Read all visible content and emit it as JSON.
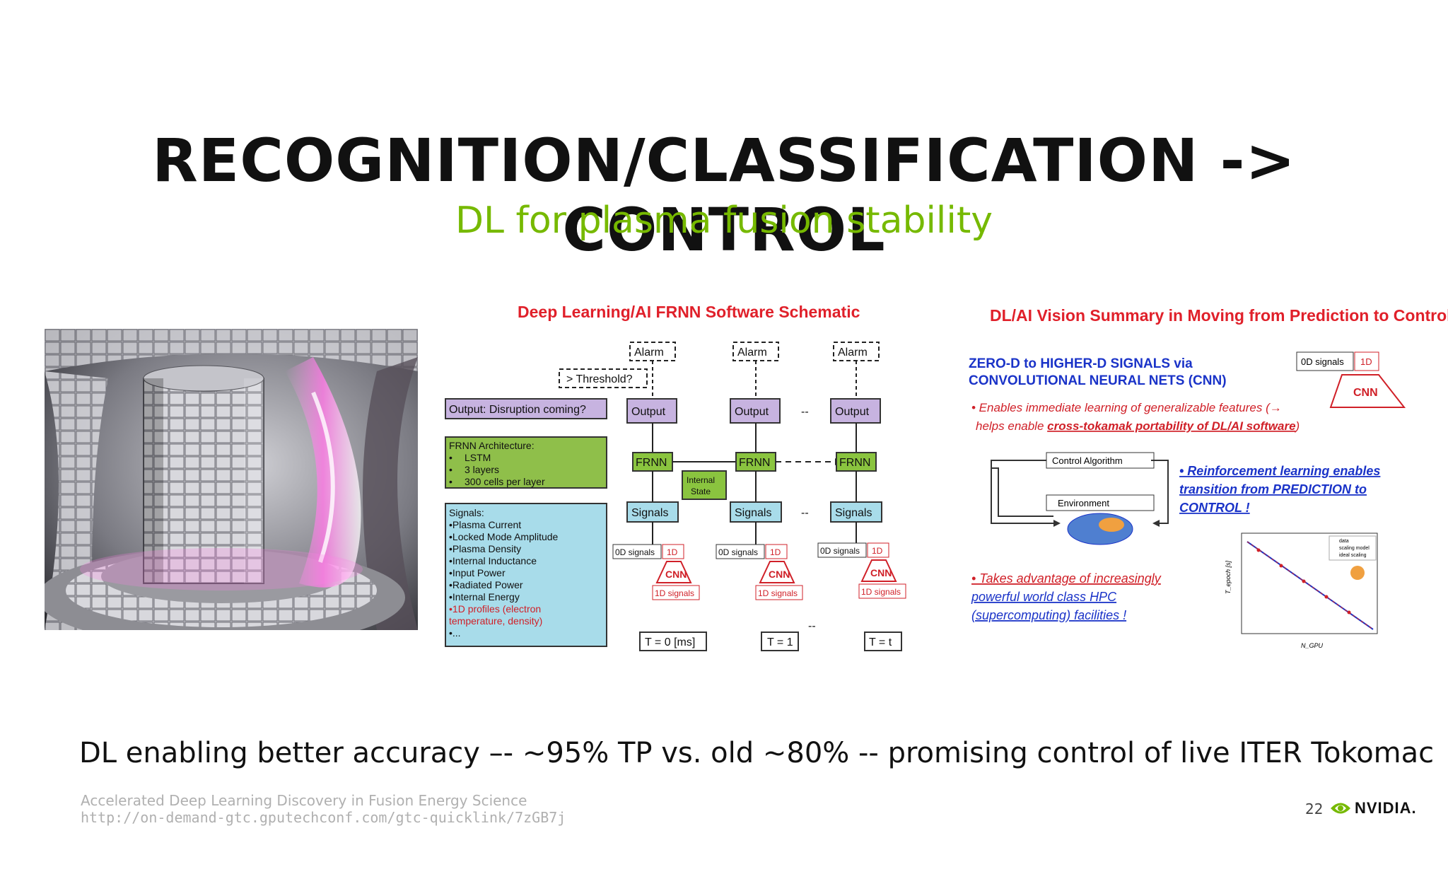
{
  "slide": {
    "title": "RECOGNITION/CLASSIFICATION -> CONTROL",
    "subtitle": "DL for plasma fusion stability",
    "footer_text": "DL enabling better accuracy –- ~95% TP vs. old ~80% -- promising control of live ITER Tokomac",
    "source_line_1": "Accelerated Deep Learning Discovery in Fusion Energy Science",
    "source_line_2": "http://on-demand-gtc.gputechconf.com/gtc-quicklink/7zGB7j",
    "page_number": "22",
    "brand": "NVIDIA."
  },
  "schematic": {
    "title": "Deep Learning/AI FRNN Software Schematic",
    "threshold": "> Threshold?",
    "output_box": "Output: Disruption coming?",
    "architecture_title": "FRNN Architecture:",
    "architecture_items": [
      "LSTM",
      "3 layers",
      "300 cells per layer"
    ],
    "signals_title": "Signals:",
    "signals_items": [
      "•Plasma Current",
      "•Locked Mode Amplitude",
      "•Plasma Density",
      "•Internal Inductance",
      "•Input Power",
      "•Radiated Power",
      "•Internal Energy"
    ],
    "signals_red_items": [
      "•1D profiles (electron",
      "temperature, density)"
    ],
    "signals_more": "•...",
    "internal_state": [
      "Internal",
      "State"
    ],
    "labels": {
      "alarm": "Alarm",
      "output": "Output",
      "frnn": "FRNN",
      "signals": "Signals",
      "od_signals": "0D signals",
      "one_d": "1D",
      "cnn": "CNN",
      "one_d_signals": "1D signals",
      "dashes": "--"
    },
    "time_steps": [
      "T = 0 [ms]",
      "T = 1",
      "T = t"
    ]
  },
  "vision": {
    "title": "DL/AI Vision Summary in Moving from Prediction to Control",
    "zero_d_lines": [
      "ZERO-D to HIGHER-D SIGNALS via",
      "CONVOLUTIONAL NEURAL NETS (CNN)"
    ],
    "bullet1_lines": [
      "• Enables immediate learning of generalizable features (→",
      "helps enable "
    ],
    "bullet1_emph": "cross-tokamak portability of DL/AI software",
    "bullet1_end": ")",
    "od_signals": "0D signals",
    "one_d": "1D",
    "cnn": "CNN",
    "control_algorithm": "Control Algorithm",
    "environment": "Environment",
    "rl_lines": [
      "• Reinforcement learning enables",
      "transition  from PREDICTION to",
      "CONTROL !"
    ],
    "hpc_lines": [
      "• Takes advantage of increasingly",
      "powerful world class HPC",
      "(supercomputing) facilities !"
    ],
    "plot_legend": [
      "data",
      "scaling model",
      "ideal scaling"
    ],
    "plot_ylabel": "T_epoch [s]",
    "plot_xlabel": "N_GPU"
  },
  "colors": {
    "accent_green": "#76b900",
    "red_label": "#e0202a",
    "blue_text": "#1a33c8",
    "output_purple": "#c7b3e0",
    "arch_green": "#8fbf4a",
    "signals_cyan": "#a8dcea",
    "frnn_green": "#8ac43f"
  }
}
